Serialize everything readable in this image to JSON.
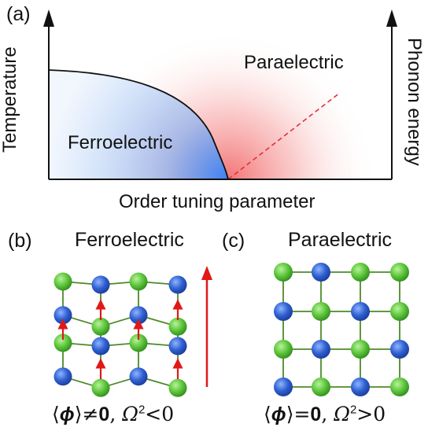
{
  "panel_a": {
    "letter": "(a)",
    "y_left_label": "Temperature",
    "y_right_label": "Phonon energy",
    "x_label": "Order tuning parameter",
    "region_ordered": "Ferroelectric",
    "region_disordered": "Paraelectric",
    "colors": {
      "ordered": "#3b82f6",
      "disordered": "#f05a5a",
      "boundary": "#111111",
      "softmode": "#e0303a"
    }
  },
  "panel_b": {
    "letter": "(b)",
    "title": "Ferroelectric",
    "formula": {
      "lhs": "⟨",
      "phi": "ϕ",
      "rhs": "⟩≠",
      "zero": "0",
      "sep": ",  ",
      "omega": "Ω",
      "exp": "2",
      "cond": "<0"
    }
  },
  "panel_c": {
    "letter": "(c)",
    "title": "Paraelectric",
    "formula": {
      "lhs": "⟨",
      "phi": "ϕ",
      "rhs": "⟩=",
      "zero": "0",
      "sep": ",  ",
      "omega": "Ω",
      "exp": "2",
      "cond": ">0"
    }
  },
  "lattice": {
    "atom_colors": {
      "green": "#5cc43a",
      "blue": "#2f5fd0"
    },
    "arrow_color": "#e01818"
  }
}
